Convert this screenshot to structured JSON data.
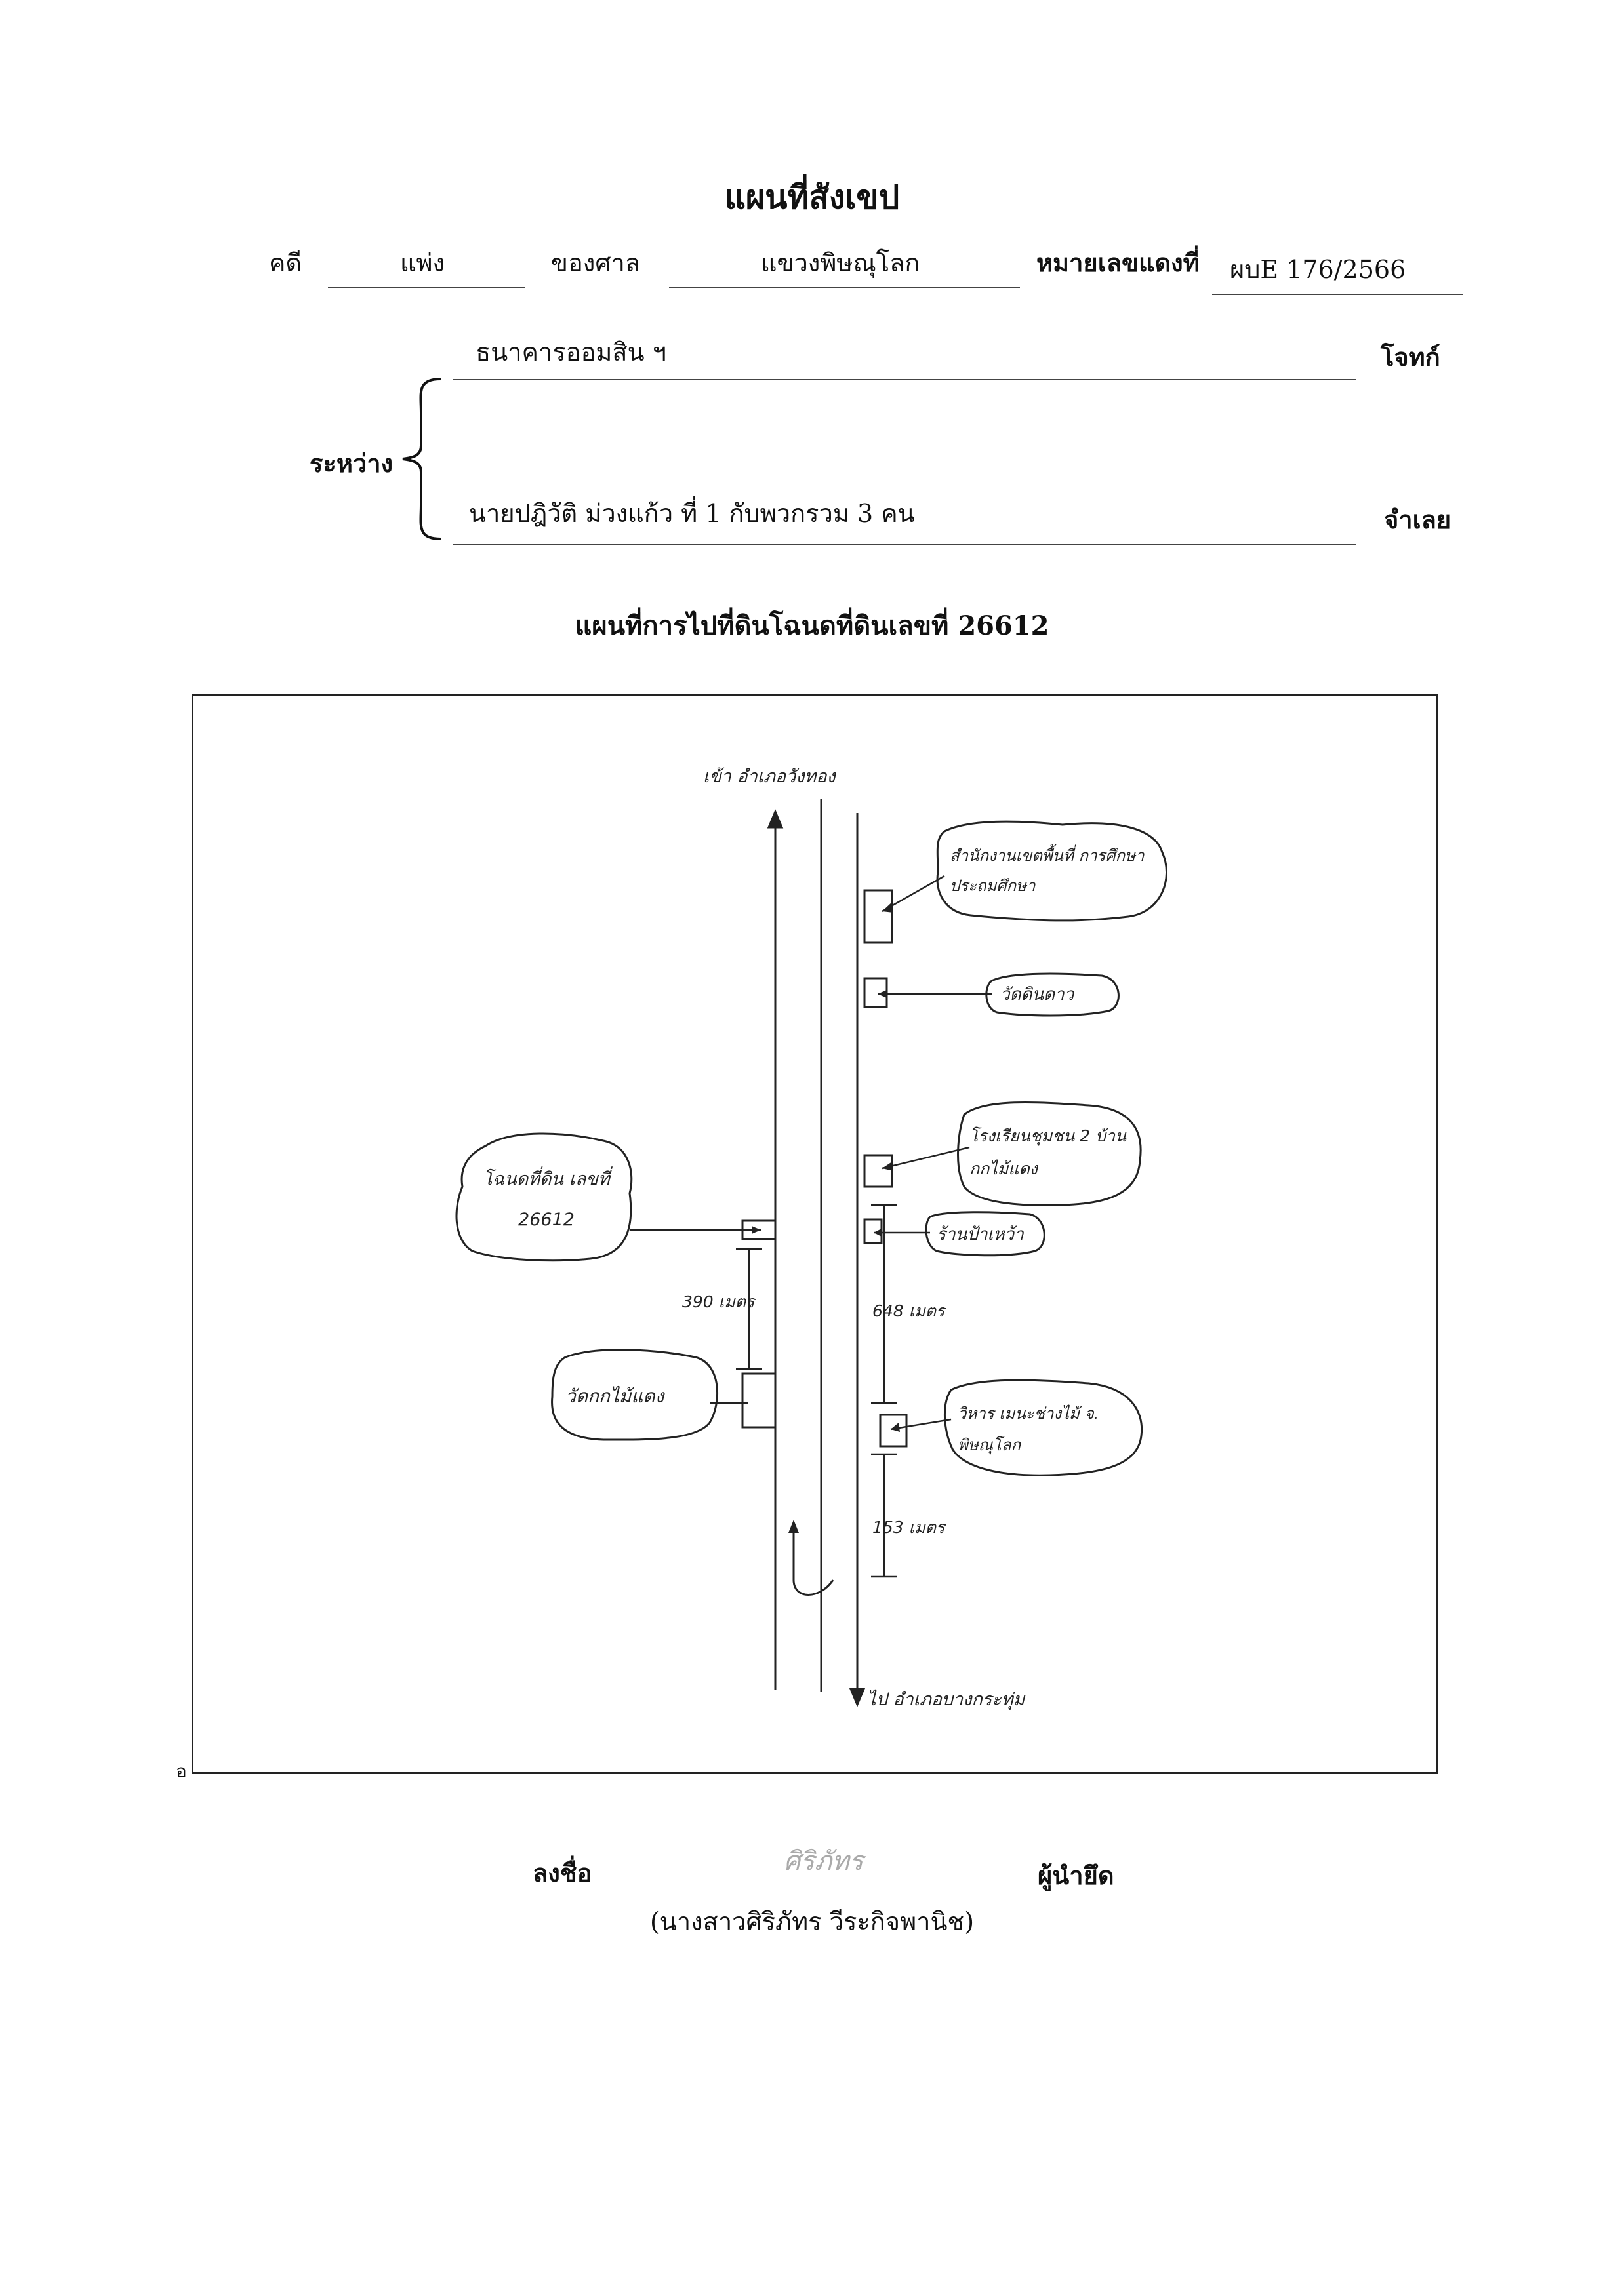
{
  "header": {
    "title": "แผนที่สังเขป",
    "case_label": "คดี",
    "case_type": "แพ่ง",
    "court_label": "ของศาล",
    "court_name": "แขวงพิษณุโลก",
    "red_number_label": "หมายเลขแดงที่",
    "red_number": "ผบE 176/2566"
  },
  "parties": {
    "between_label": "ระหว่าง",
    "plaintiff_name": "ธนาคารออมสิน ฯ",
    "plaintiff_role": "โจทก์",
    "defendant_name": "นายปฎิวัติ  ม่วงแก้ว ที่ 1 กับพวกรวม 3 คน",
    "defendant_role": "จำเลย"
  },
  "map": {
    "subtitle": "แผนที่การไปที่ดินโฉนดที่ดินเลขที่ 26612",
    "top_direction": "เข้า อำเภอวังทอง",
    "bottom_direction": "ไป อำเภอบางกระทุ่ม",
    "landmarks": {
      "office": "สำนักงานเขตพื้นที่ การศึกษาประถมศึกษา",
      "temple_top": "วัดดินดาว",
      "school": "โรงเรียนชุมชน 2 บ้านกกไม้แดง",
      "land": "โฉนดที่ดิน เลขที่ 26612",
      "shop": "ร้านป้าเหว้า",
      "temple_left": "วัดกกไม้แดง",
      "museum": "วิหาร เมนะช่างไม้ จ. พิษณุโลก"
    },
    "distances": {
      "left": "390 เมตร",
      "right_upper": "648 เมตร",
      "right_lower": "153 เมตร"
    },
    "corner_mark": "อ"
  },
  "signature": {
    "sign_label": "ลงชื่อ",
    "signed": "ศิริภัทร",
    "role": "ผู้นำยึด",
    "name": "(นางสาวศิริภัทร  วีระกิจพานิช)"
  }
}
